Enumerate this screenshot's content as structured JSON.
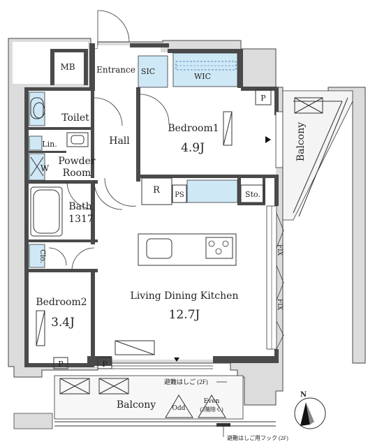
{
  "rooms": {
    "mb": "MB",
    "entrance": "Entrance",
    "sic": "SIC",
    "wic": "WIC",
    "toilet": "Toilet",
    "hall": "Hall",
    "lin": "Lin.",
    "washer": "W",
    "powder_room_line1": "Powder",
    "powder_room_line2": "Room",
    "bath_line1": "Bath",
    "bath_line2": "1317",
    "bedroom1": "Bedroom1",
    "bedroom1_size": "4.9J",
    "refrigerator": "R",
    "ps": "PS",
    "storage": "Sto.",
    "closet": "Clo.",
    "bedroom2": "Bedroom2",
    "bedroom2_size": "3.4J",
    "ldk": "Living Dining Kitchen",
    "ldk_size": "12.7J",
    "balcony_main": "Balcony",
    "balcony_side": "Balcony",
    "p_marks": [
      "P",
      "P",
      "P"
    ],
    "fix_1": "FIX",
    "fix_2": "FIX"
  },
  "annotations": {
    "escape_ladder": "避難はしご (2F)",
    "odd": "Odd",
    "even_line1": "Even",
    "even_line2": "(2階除く)",
    "escape_hook": "避難はしご用フック (2F)"
  },
  "compass": {
    "north": "N"
  }
}
